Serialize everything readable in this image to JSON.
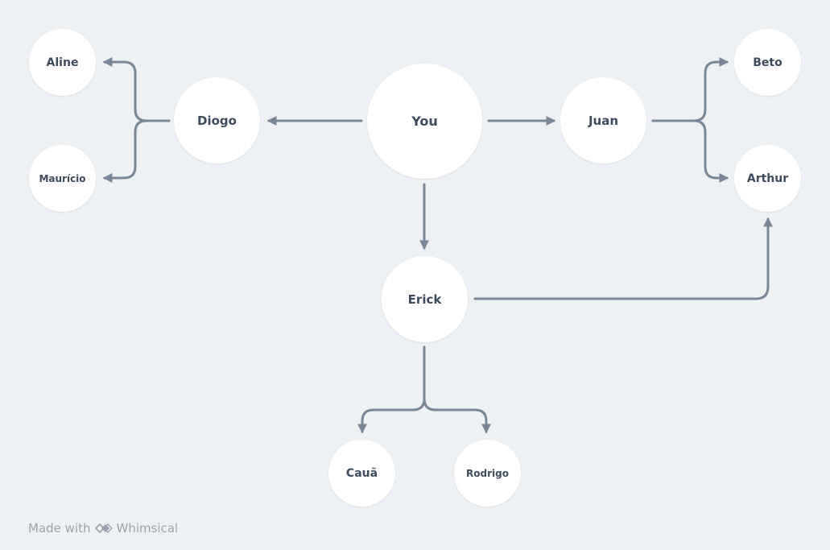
{
  "diagram": {
    "nodes": {
      "you": "You",
      "diogo": "Diogo",
      "juan": "Juan",
      "erick": "Erick",
      "aline": "Aline",
      "mauricio": "Maurício",
      "beto": "Beto",
      "arthur": "Arthur",
      "caua": "Cauã",
      "rodrigo": "Rodrigo"
    },
    "edges": [
      {
        "from": "you",
        "to": "diogo"
      },
      {
        "from": "you",
        "to": "juan"
      },
      {
        "from": "you",
        "to": "erick"
      },
      {
        "from": "diogo",
        "to": "aline"
      },
      {
        "from": "diogo",
        "to": "mauricio"
      },
      {
        "from": "juan",
        "to": "beto"
      },
      {
        "from": "juan",
        "to": "arthur"
      },
      {
        "from": "erick",
        "to": "arthur"
      },
      {
        "from": "erick",
        "to": "caua"
      },
      {
        "from": "erick",
        "to": "rodrigo"
      }
    ],
    "edge_color": "#7a8797"
  },
  "watermark": {
    "prefix": "Made with",
    "brand": "Whimsical",
    "brand_icon": "whimsical-logo-icon"
  }
}
